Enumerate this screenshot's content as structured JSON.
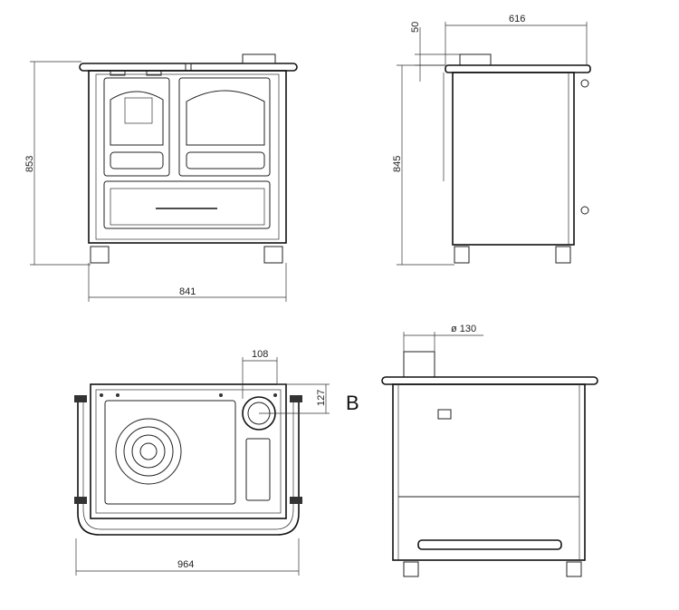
{
  "views": {
    "front": {
      "height_label": "853",
      "width_label": "841"
    },
    "side": {
      "offset_label": "50",
      "depth_label": "616",
      "height_label": "845"
    },
    "top": {
      "flue_offset_x_label": "108",
      "flue_offset_y_label": "127",
      "width_label": "964"
    },
    "rear": {
      "marker_label": "B",
      "flue_diameter_label": "ø 130"
    }
  },
  "colors": {
    "line": "#222222",
    "background": "#ffffff"
  }
}
